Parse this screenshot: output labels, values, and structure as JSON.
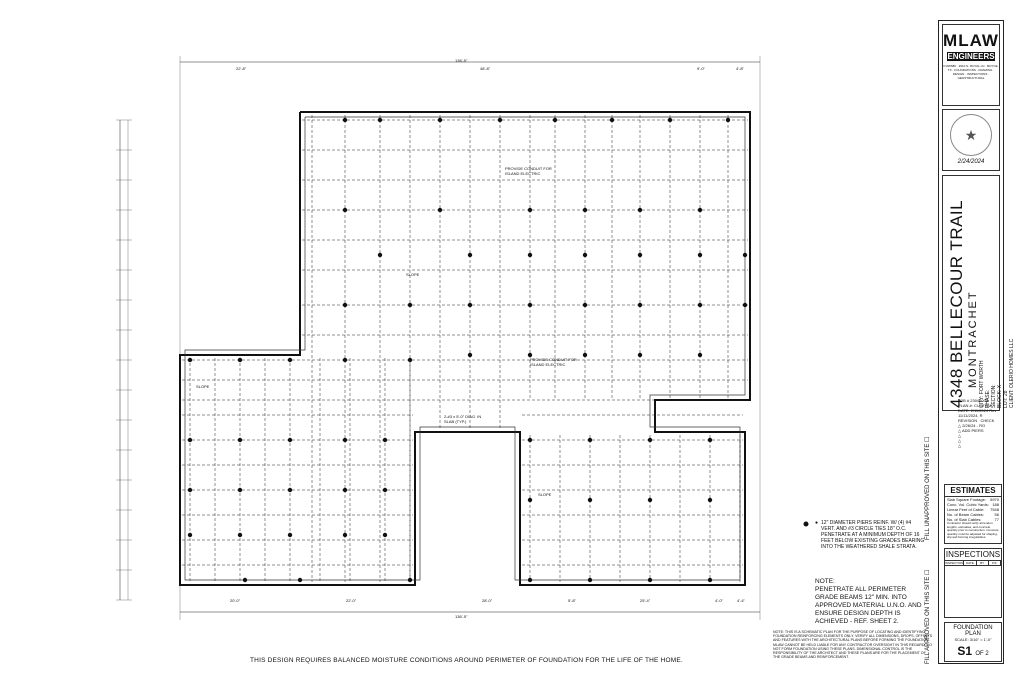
{
  "title_block": {
    "firm": "MLAW",
    "firm_sub": "ENGINEERS",
    "firm_address": "P.206580 · 3910 N. ROYAL LN · BOYCE, TX · FOUNDATIONS · FRAMING · DESIGN · INSPECTIONS · GEOSTRUCTURAL",
    "seal_date": "2/24/2024",
    "project_address": "4348 BELLECOUR TRAIL",
    "subdivision": "MONTRACHET",
    "city": "CITY: FORT WORTH",
    "phase": "PHASE:",
    "section": "SECTION:",
    "block": "BLOCK: X",
    "lot": "LOT: 28",
    "client": "CLIENT: OLERIO HOMES LLC",
    "job_no_label": "JOB #",
    "job_no": "23042004",
    "plan_label": "PLAN #:",
    "plan": "CUSTOM",
    "date_label": "DATE:",
    "date": "2/11/2024 Rev 11/11/2024, R",
    "revision_label": "REVISION",
    "check_label": "CHECK",
    "rev1": "2/26/24 - RO",
    "rev1b": "ADD PIERS"
  },
  "estimates": {
    "heading": "ESTIMATES",
    "rows": [
      {
        "label": "Slab Square Footage:",
        "value": "5970"
      },
      {
        "label": "Conc. Vol. Cubic Yards:",
        "value": "188"
      },
      {
        "label": "Linear Feet of Cable:",
        "value": "7548"
      },
      {
        "label": "No. of Beam Cables:",
        "value": "56"
      },
      {
        "label": "No. of Slab Cables:",
        "value": "77"
      }
    ],
    "note": "Contractor should verify all tendon lengths, estimates, and concrete quantity prior to construction. Concrete quantity must be adjusted for shaping, slip and forming irregularities."
  },
  "inspections": {
    "heading": "INSPECTIONS",
    "cols": [
      "INSPECTION",
      "DATE",
      "BY",
      "P/F"
    ]
  },
  "sheet": {
    "title": "FOUNDATION PLAN",
    "scale": "SCALE: 3/16\" = 1'-0\"",
    "number": "S1",
    "of": "OF 2"
  },
  "side_text": {
    "a": "FILL UNAPPROVED ON THIS SITE",
    "b": "FILL APPROVED ON THIS SITE"
  },
  "pier_note": "12\" DIAMETER PIERS REINF. W/ (4) #4 VERT. AND #3 CIRCLE TIES 18\" O.C. PENETRATE AT A MINIMUM DEPTH OF 16 FEET BELOW EXISTING GRADES BEARING INTO THE WEATHERED SHALE STRATA.",
  "note_heading": "NOTE:",
  "note_body": "PENETRATE ALL PERIMETER GRADE BEAMS 12\" MIN. INTO APPROVED MATERIAL U.N.O. AND ENSURE DESIGN DEPTH IS ACHIEVED - REF. SHEET 2.",
  "schematic_note": "NOTE: THIS IS A SCHEMATIC PLAN FOR THE PURPOSE OF LOCATING AND IDENTIFYING FOUNDATION REINFORCING ELEMENTS ONLY. VERIFY ALL DIMENSIONS, DROPS, OFFSETS AND FEATURES WITH THE ARCHITECTURAL PLANS BEFORE FORMING THE FOUNDATION. MLAW CANNOT BE HELD LIABLE FOR ANY CONTRACTOR OVERSIGHT IN THIS REGARD. DO NOT FORM FOUNDATION USING THESE PLANS. DIMENSIONAL CONTROL IS THE RESPONSIBILITY OF THE ARCHITECT AND THESE PLANS ARE FOR THE PLACEMENT OF THE GRADE BEAMS AND REINFORCEMENT.",
  "footer": "THIS DESIGN REQUIRES BALANCED MOISTURE CONDITIONS AROUND PERIMETER OF FOUNDATION FOR THE LIFE OF THE HOME.",
  "plan_labels": {
    "overall": "136'-5\"",
    "conduit1": "PROVIDE CONDUIT FOR ISLAND ELECTRIC",
    "conduit2": "PROVIDE CONDUIT FOR ISLAND ELECTRIC",
    "slope": "SLOPE",
    "slab_note": "2-#3 x 5'-0\" DIAG. IN SLAB (TYP.)",
    "dims_top": [
      "22'-8\"",
      "48'-8\"",
      "9'-0\"",
      "4'-8\""
    ],
    "dims_bottom": [
      "20'-0\"",
      "22'-0\"",
      "28'-0\"",
      "5'-8\"",
      "25'-4\"",
      "4'-0\"",
      "4'-4\""
    ]
  }
}
